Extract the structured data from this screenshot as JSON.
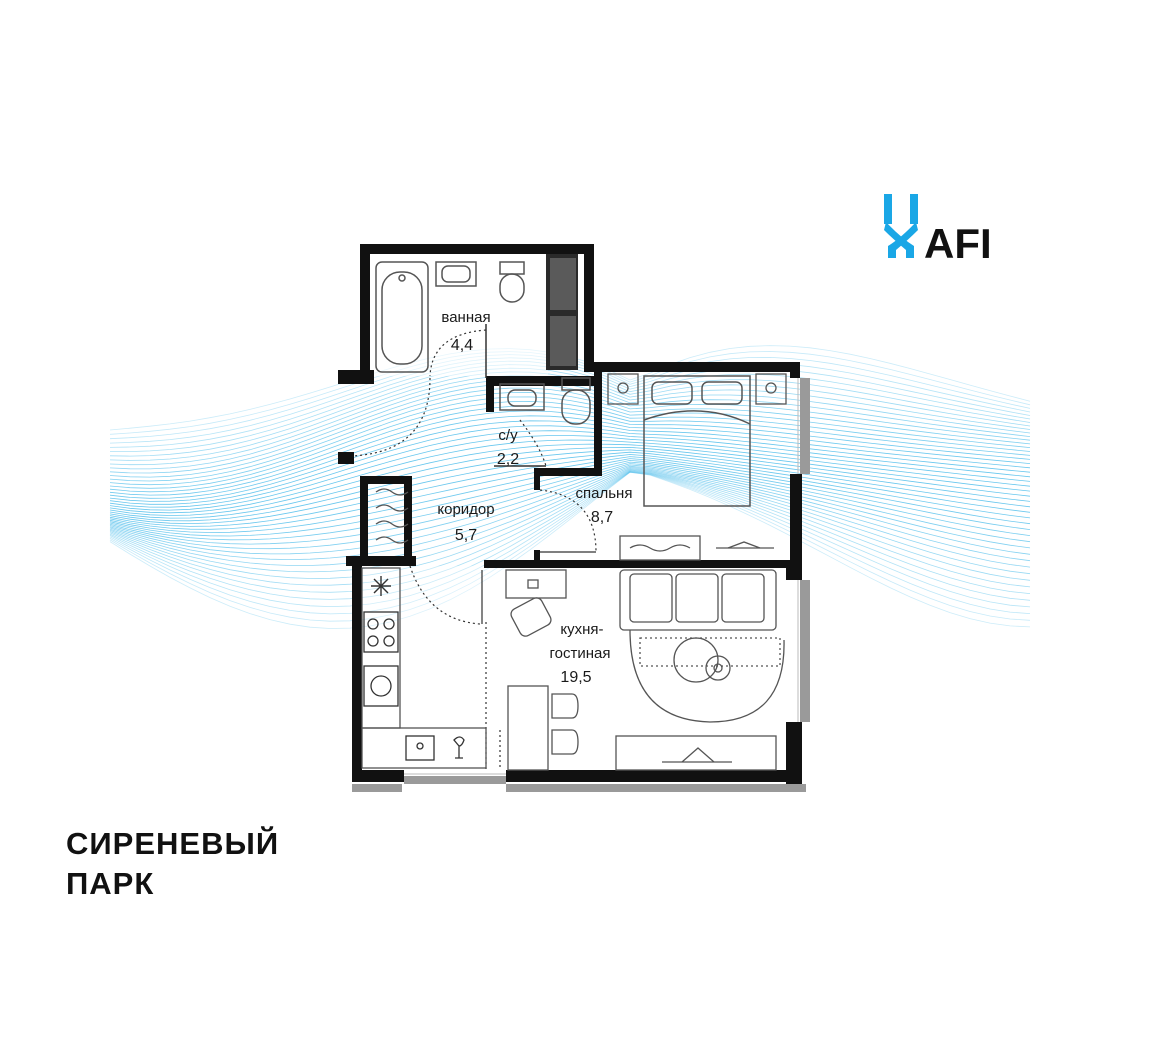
{
  "brand": {
    "logo_text": "AFI",
    "logo_color": "#1aa7e6"
  },
  "project": {
    "name_line1": "СИРЕНЕВЫЙ",
    "name_line2": "ПАРК"
  },
  "rooms": [
    {
      "id": "bathroom",
      "label": "ванная",
      "area": "4,4"
    },
    {
      "id": "wc",
      "label": "с/у",
      "area": "2,2"
    },
    {
      "id": "corridor",
      "label": "коридор",
      "area": "5,7"
    },
    {
      "id": "bedroom",
      "label": "спальня",
      "area": "8,7"
    },
    {
      "id": "kitchen-living",
      "label_line1": "кухня-",
      "label_line2": "гостиная",
      "area": "19,5"
    }
  ],
  "colors": {
    "wall": "#111111",
    "wave": "#35b4e8",
    "window": "#9a9a9a"
  }
}
